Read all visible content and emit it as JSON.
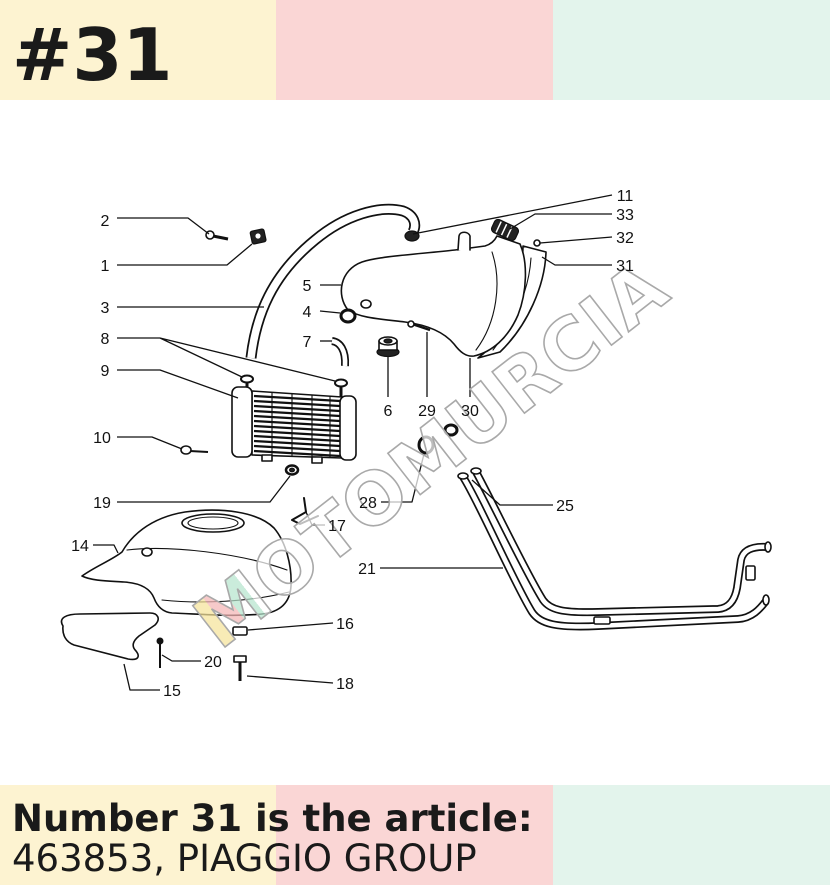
{
  "header": {
    "title": "#31"
  },
  "footer": {
    "line1": "Number 31 is the article:",
    "line2": "463853, PIAGGIO GROUP"
  },
  "diagram": {
    "callouts": {
      "n1": "1",
      "n2": "2",
      "n3": "3",
      "n4": "4",
      "n5": "5",
      "n6": "6",
      "n7": "7",
      "n8": "8",
      "n9": "9",
      "n10": "10",
      "n11": "11",
      "n14": "14",
      "n15": "15",
      "n16": "16",
      "n17": "17",
      "n18": "18",
      "n19": "19",
      "n20": "20",
      "n21": "21",
      "n25": "25",
      "n28": "28",
      "n29": "29",
      "n30": "30",
      "n31": "31",
      "n32": "32",
      "n33": "33"
    },
    "watermark": "MOTOMURCIA"
  },
  "colors": {
    "band_yellow": "#fdf3d1",
    "band_pink": "#fad6d5",
    "band_mint": "#e3f4ec",
    "text": "#1a1a1a",
    "line": "#111111"
  }
}
